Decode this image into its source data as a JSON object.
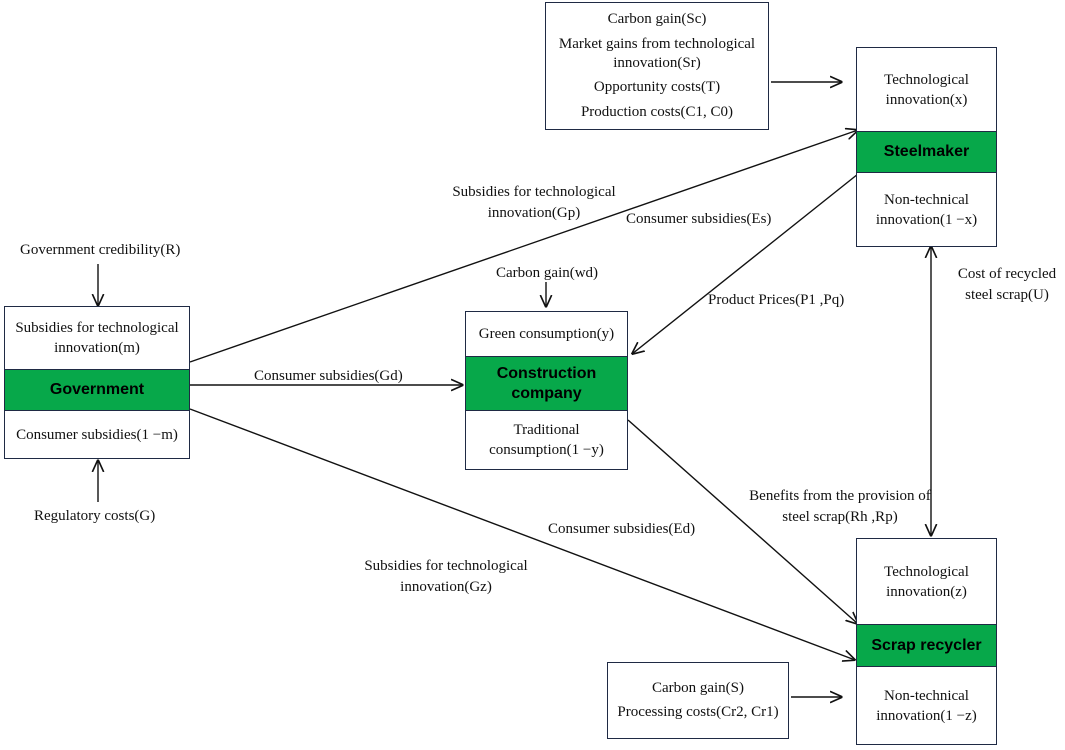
{
  "steelmaker": {
    "title": "Steelmaker",
    "top": "Technological innovation(x)",
    "bottom": "Non-technical innovation(1 −x)"
  },
  "construction": {
    "title": "Construction company",
    "top": "Green consumption(y)",
    "bottom": "Traditional consumption(1 −y)"
  },
  "government": {
    "title": "Government",
    "top": "Subsidies for technological innovation(m)",
    "bottom": "Consumer subsidies(1 −m)"
  },
  "recycler": {
    "title": "Scrap recycler",
    "top": "Technological innovation(z)",
    "bottom": "Non-technical innovation(1 −z)"
  },
  "steel_factors": [
    "Carbon gain(Sc)",
    "Market gains from technological innovation(Sr)",
    "Opportunity costs(T)",
    "Production costs(C1, C0)"
  ],
  "recycler_factors": [
    "Carbon gain(S)",
    "Processing costs(Cr2, Cr1)"
  ],
  "labels": {
    "gov_credibility": "Government credibility(R)",
    "regulatory_costs": "Regulatory costs(G)",
    "carbon_gain_wd": "Carbon gain(wd)",
    "subsidies_gp": "Subsidies for technological innovation(Gp)",
    "consumer_es": "Consumer subsidies(Es)",
    "product_prices": "Product Prices(P1 ,Pq)",
    "consumer_gd": "Consumer subsidies(Gd)",
    "cost_recycled": "Cost of recycled steel scrap(U)",
    "benefits_scrap": "Benefits from the provision of steel scrap(Rh ,Rp)",
    "consumer_ed": "Consumer subsidies(Ed)",
    "subsidies_gz": "Subsidies for technological innovation(Gz)"
  }
}
